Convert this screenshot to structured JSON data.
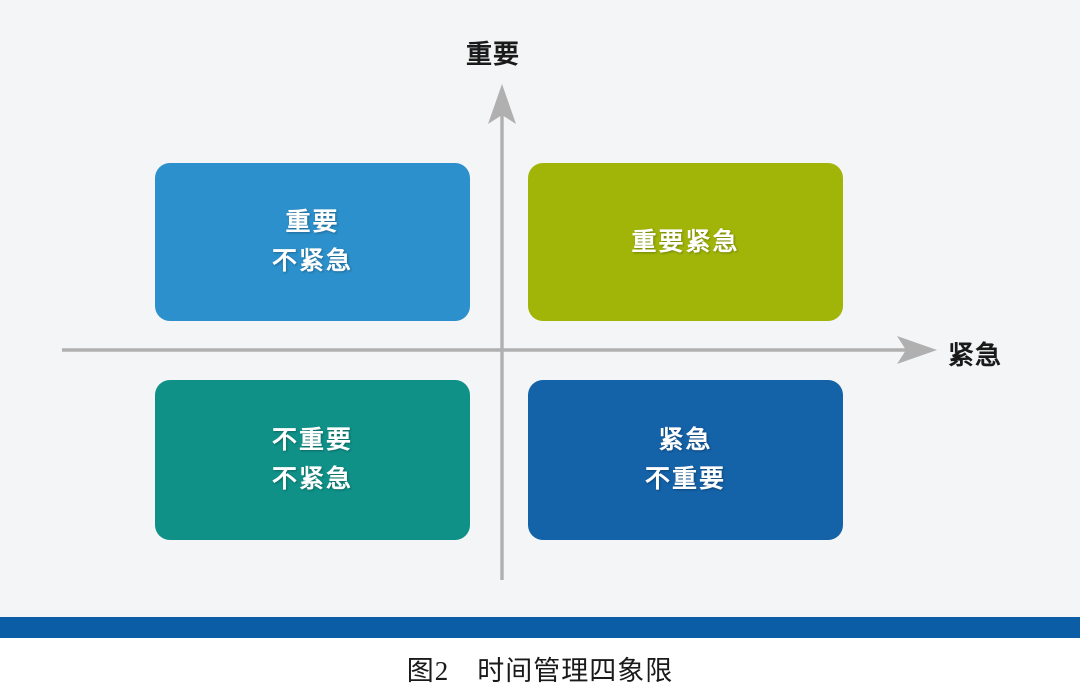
{
  "figure": {
    "caption": "图2　时间管理四象限",
    "background_color": "#f4f5f6",
    "rule_color": "#0b5ea5"
  },
  "axes": {
    "vertical": {
      "label": "重要",
      "icon": "arrow-up-icon",
      "color": "#b0b0b0"
    },
    "horizontal": {
      "label": "紧急",
      "icon": "arrow-right-icon",
      "color": "#b0b0b0"
    }
  },
  "quadrants": [
    {
      "id": "important-not-urgent",
      "position": "top-left",
      "lines": [
        "重要",
        "不紧急"
      ],
      "color": "#2b90cb",
      "side_color": "#1f7bb0"
    },
    {
      "id": "important-urgent",
      "position": "top-right",
      "lines": [
        "重要紧急"
      ],
      "color": "#a0b507",
      "side_color": "#8b9e05"
    },
    {
      "id": "not-important-not-urgent",
      "position": "bottom-left",
      "lines": [
        "不重要",
        "不紧急"
      ],
      "color": "#0f9188",
      "side_color": "#0a7a72"
    },
    {
      "id": "urgent-not-important",
      "position": "bottom-right",
      "lines": [
        "紧急",
        "不重要"
      ],
      "color": "#1462a8",
      "side_color": "#0d4e89"
    }
  ]
}
